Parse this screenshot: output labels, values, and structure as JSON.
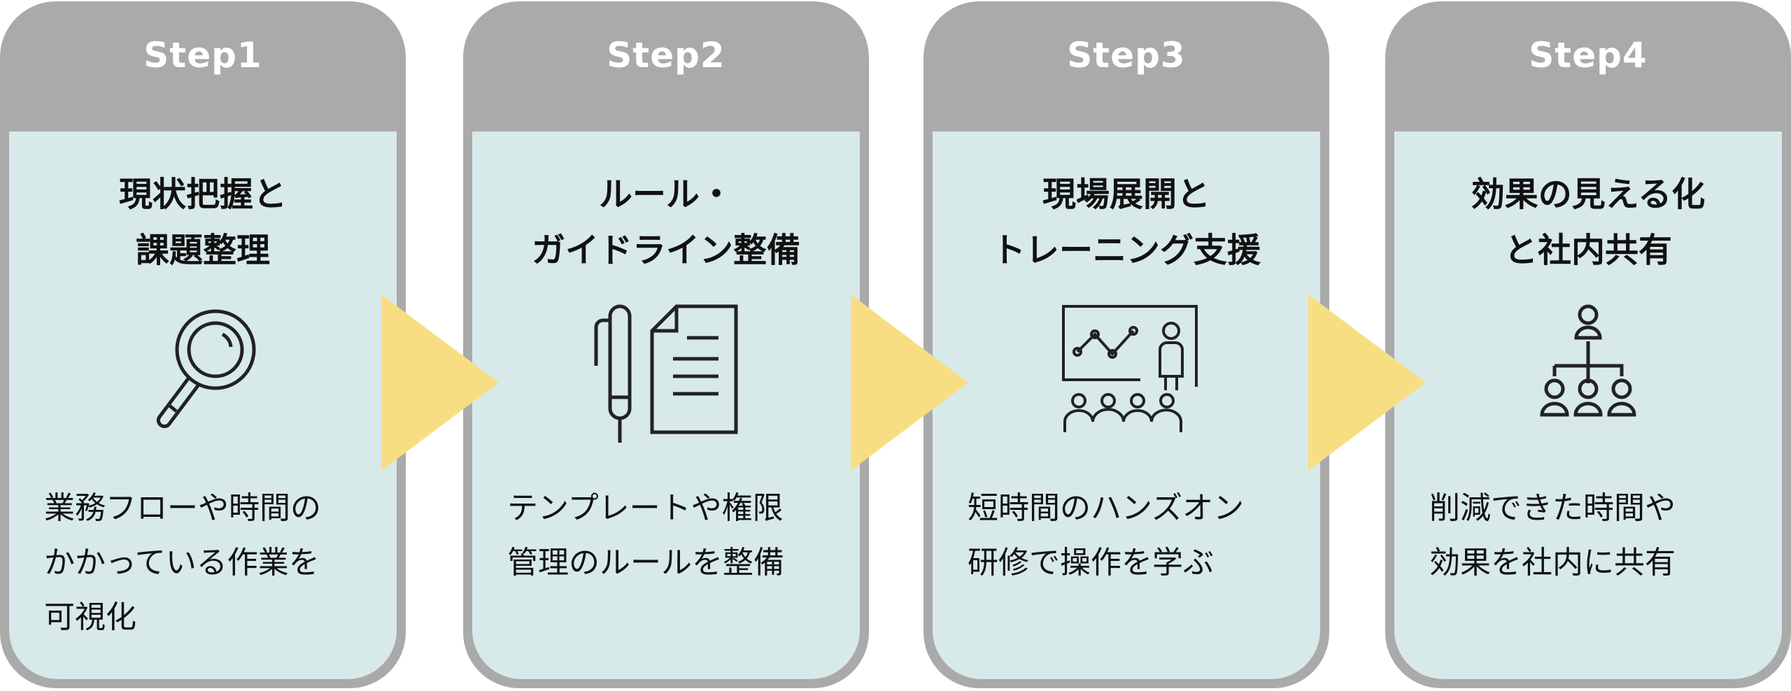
{
  "steps": [
    {
      "step": "Step1",
      "title": [
        "現状把握と",
        "課題整理"
      ],
      "icon": "magnifier-icon",
      "desc": [
        "業務フローや時間の",
        "かかっている作業を",
        "可視化"
      ]
    },
    {
      "step": "Step2",
      "title": [
        "ルール・",
        "ガイドライン整備"
      ],
      "icon": "pen-document-icon",
      "desc": [
        "テンプレートや権限",
        "管理のルールを整備"
      ]
    },
    {
      "step": "Step3",
      "title": [
        "現場展開と",
        "トレーニング支援"
      ],
      "icon": "presentation-training-icon",
      "desc": [
        "短時間のハンズオン",
        "研修で操作を学ぶ"
      ]
    },
    {
      "step": "Step4",
      "title": [
        "効果の見える化",
        "と社内共有"
      ],
      "icon": "org-chart-icon",
      "desc": [
        "削減できた時間や",
        "効果を社内に共有"
      ]
    }
  ],
  "colors": {
    "header": "#aaaaaa",
    "body": "#d8e9ea",
    "arrow": "#f8de83"
  }
}
